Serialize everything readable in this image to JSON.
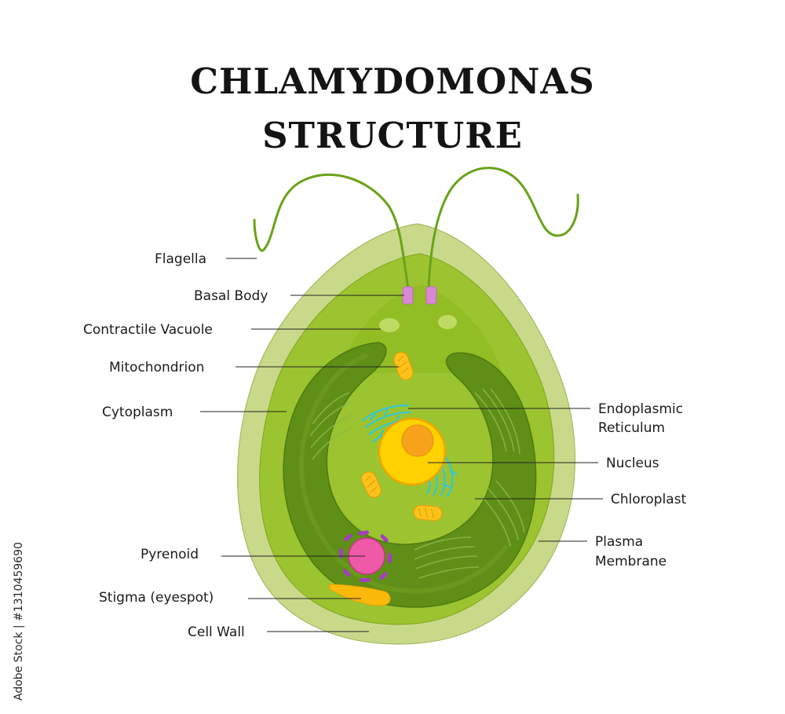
{
  "title": {
    "line1": "CHLAMYDOMONAS",
    "line2": "STRUCTURE"
  },
  "labels": {
    "flagella": "Flagella",
    "basal_body": "Basal Body",
    "contractile_vacuole": "Contractile Vacuole",
    "mitochondrion": "Mitochondrion",
    "cytoplasm": "Cytoplasm",
    "pyrenoid": "Pyrenoid",
    "stigma": "Stigma (eyespot)",
    "cell_wall": "Cell Wall",
    "endoplasmic_reticulum": [
      "Endoplasmic",
      "Reticulum"
    ],
    "nucleus": "Nucleus",
    "chloroplast": "Chloroplast",
    "plasma_membrane": [
      "Plasma",
      "Membrane"
    ]
  },
  "credit": "Adobe Stock | #1310459690",
  "colors": {
    "cell_wall": "#c9d98a",
    "cytoplasm_outer": "#9cc430",
    "cytoplasm_inner": "#8ab81e",
    "chloroplast": "#5f8f16",
    "flagella": "#6aa21a",
    "basal_body": "#d989d4",
    "nucleus": "#ffd200",
    "nucleolus": "#f7a21b",
    "mitochondria": "#fdc31c",
    "er": "#36c6d6",
    "pyrenoid": "#ef5aa8",
    "starch_plates": "#a43fc0",
    "stigma": "#fbb90c"
  }
}
